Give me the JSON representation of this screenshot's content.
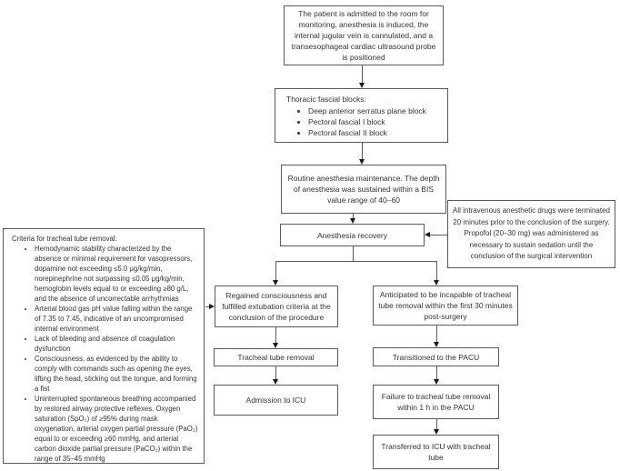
{
  "colors": {
    "background": "#ffffff",
    "box-border": "#5a5a5a",
    "line": "#5a5a5a",
    "arrow": "#1a1a1a",
    "text": "#333333"
  },
  "nodes": {
    "admission": {
      "text": "The patient is admitted to the room for monitoring, anesthesia is induced, the internal jugular vein is cannulated, and a transesophageal cardiac ultrasound probe is positioned"
    },
    "fascial_blocks": {
      "title": "Thoracic fascial blocks:",
      "bullets": [
        "Deep anterior serratus plane block",
        "Pectoral fascial I block",
        "Pectoral fascial II block"
      ]
    },
    "maintenance": {
      "text": "Routine anesthesia maintenance. The depth of anesthesia was sustained within a BIS value range of 40–60"
    },
    "recovery": {
      "text": "Anesthesia recovery"
    },
    "drug_termination": {
      "text": "All intravenous anesthetic drugs were terminated 20 minutes prior to the conclusion of the surgery. Propofol (20–30 mg) was administered as necessary to sustain sedation until the conclusion of the surgical intervention"
    },
    "extubation_criteria": {
      "title": "Criteria for tracheal tube removal:",
      "bullets": [
        "Hemodynamic stability characterized by the absence or minimal requirement for vasopressors, dopamine not exceeding ≤5.0 μg/kg/min, norepinephrine not surpassing ≤0.05 μg/kg/min, hemoglobin levels equal to or exceeding ≥80 g/L, and the absence of uncorrectable arrhythmias",
        "Arterial blood gas pH value falling within the range of 7.35 to 7.45, indicative of an uncompromised internal environment",
        "Lack of bleeding and absence of coagulation dysfunction",
        "Consciousness, as evidenced by the ability to comply with commands such as opening the eyes, lifting the head, sticking out the tongue, and forming a fist",
        "Uninterrupted spontaneous breathing accompanied by restored airway protective reflexes. Oxygen saturation (SpO₂) of ≥95% during mask oxygenation, arterial oxygen partial pressure (PaO₂) equal to or exceeding ≥60 mmHg, and arterial carbon dioxide partial pressure (PaCO₂) within the range of 35–45 mmHg"
      ]
    },
    "regained": {
      "text": "Regained consciousness and fulfilled extubation criteria at the conclusion of the procedure"
    },
    "tube_removal": {
      "text": "Tracheal tube removal"
    },
    "icu_admission": {
      "text": "Admission to ICU"
    },
    "anticipated": {
      "text": "Anticipated to be incapable of tracheal tube removal within the first 30 minutes post-surgery"
    },
    "pacu_transition": {
      "text": "Transitioned to the PACU"
    },
    "pacu_failure": {
      "text": "Failure to tracheal tube removal within 1 h in the PACU"
    },
    "icu_with_tube": {
      "text": "Transferred to ICU with tracheal tube"
    }
  }
}
